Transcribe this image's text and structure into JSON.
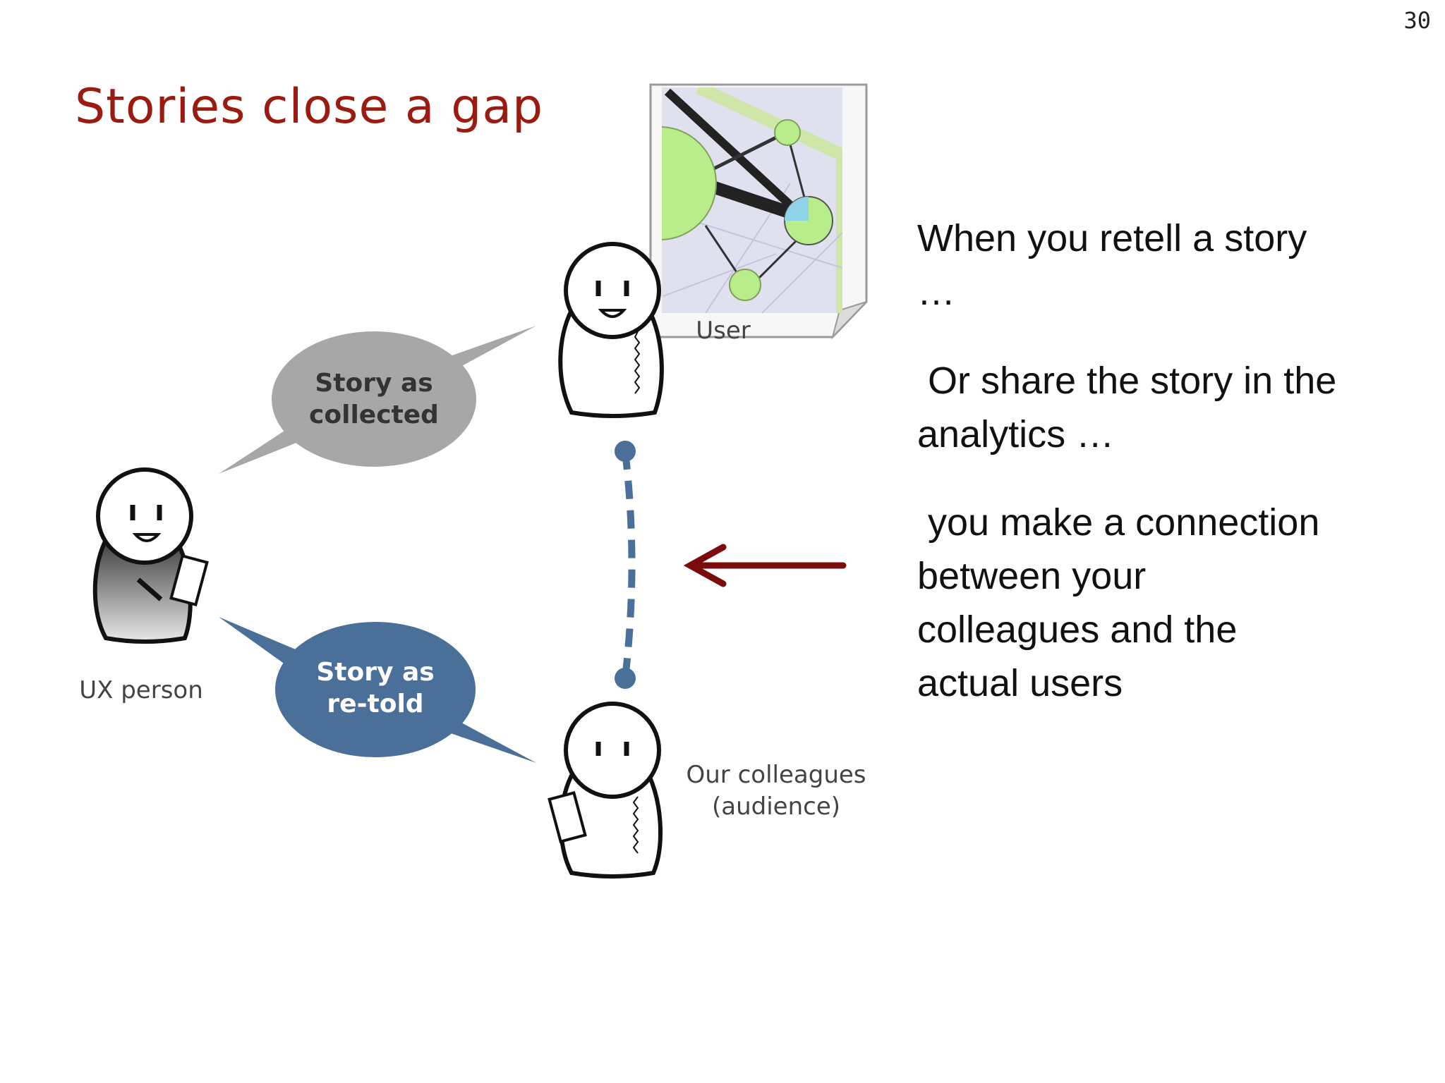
{
  "slide_number": "30",
  "title": "Stories close a gap",
  "diagram": {
    "user_label": "User",
    "ux_person_label": "UX person",
    "colleagues_label_line1": "Our colleagues",
    "colleagues_label_line2": "(audience)",
    "bubble_collected_line1": "Story as",
    "bubble_collected_line2": "collected",
    "bubble_retold_line1": "Story as",
    "bubble_retold_line2": "re-told",
    "colors": {
      "title": "#9b1b10",
      "arrow": "#7a0c0c",
      "bubble_collected": "#a7a7a7",
      "bubble_retold": "#4a6f99",
      "dashed_connector": "#4a6f99",
      "graph_node": "#b9ec8b"
    }
  },
  "text": {
    "p1_line1": "When you retell a story",
    "p1_line2": "…",
    "p2_line1": " Or share the story in the",
    "p2_line2": "analytics …",
    "p3_line1": " you make a connection",
    "p3_line2": "between your",
    "p3_line3": "colleagues and the",
    "p3_line4": "actual users"
  }
}
